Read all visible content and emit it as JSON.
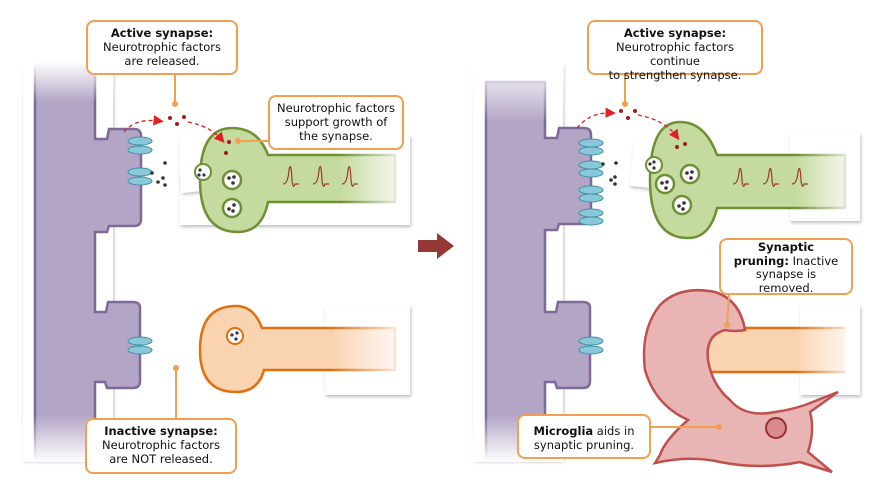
{
  "figure": {
    "title": "Synaptic pruning by microglia",
    "colors": {
      "dendrite_fill": "#b3a5c6",
      "dendrite_stroke": "#7e6a98",
      "receptor_fill": "#89c8d8",
      "receptor_stroke": "#3f8fa5",
      "active_axon_fill": "#c5da9e",
      "active_axon_stroke": "#6f8f35",
      "inactive_axon_fill": "#fad3b0",
      "inactive_axon_stroke": "#e07010",
      "microglia_fill": "#e8b4b4",
      "microglia_stroke": "#c0504d",
      "factor_dot": "#a01c1c",
      "neurotransmitter_dot": "#333333",
      "callout_border": "#f0a050",
      "arrow": "#953735",
      "spike_line": "#9a3a2a"
    },
    "left_panel": {
      "active_callout": {
        "title": "Active synapse:",
        "line1": "Neurotrophic factors",
        "line2": "are released."
      },
      "growth_callout": {
        "line1": "Neurotrophic factors",
        "line2": "support growth of",
        "line3": "the synapse."
      },
      "inactive_callout": {
        "title": "Inactive synapse:",
        "line1": "Neurotrophic factors",
        "line2": "are NOT released."
      },
      "active_receptor_count": 2,
      "inactive_receptor_count": 1,
      "active_vesicle_count": 3,
      "inactive_vesicle_count": 1,
      "action_potential_count": 3
    },
    "transition_arrow": "right-arrow",
    "right_panel": {
      "active_callout": {
        "title": "Active synapse:",
        "line1": "Neurotrophic factors continue",
        "line2": "to strengthen synapse."
      },
      "pruning_callout": {
        "title_line1": "Synaptic",
        "title_line2": "pruning:",
        "rest_line2": " Inactive",
        "line3": "synapse is",
        "line4": "removed."
      },
      "microglia_callout": {
        "title": "Microglia",
        "rest_line1": " aids in",
        "line2": "synaptic pruning."
      },
      "active_receptor_count": 4,
      "inactive_receptor_count": 1,
      "active_vesicle_count": 4,
      "action_potential_count": 3
    }
  }
}
